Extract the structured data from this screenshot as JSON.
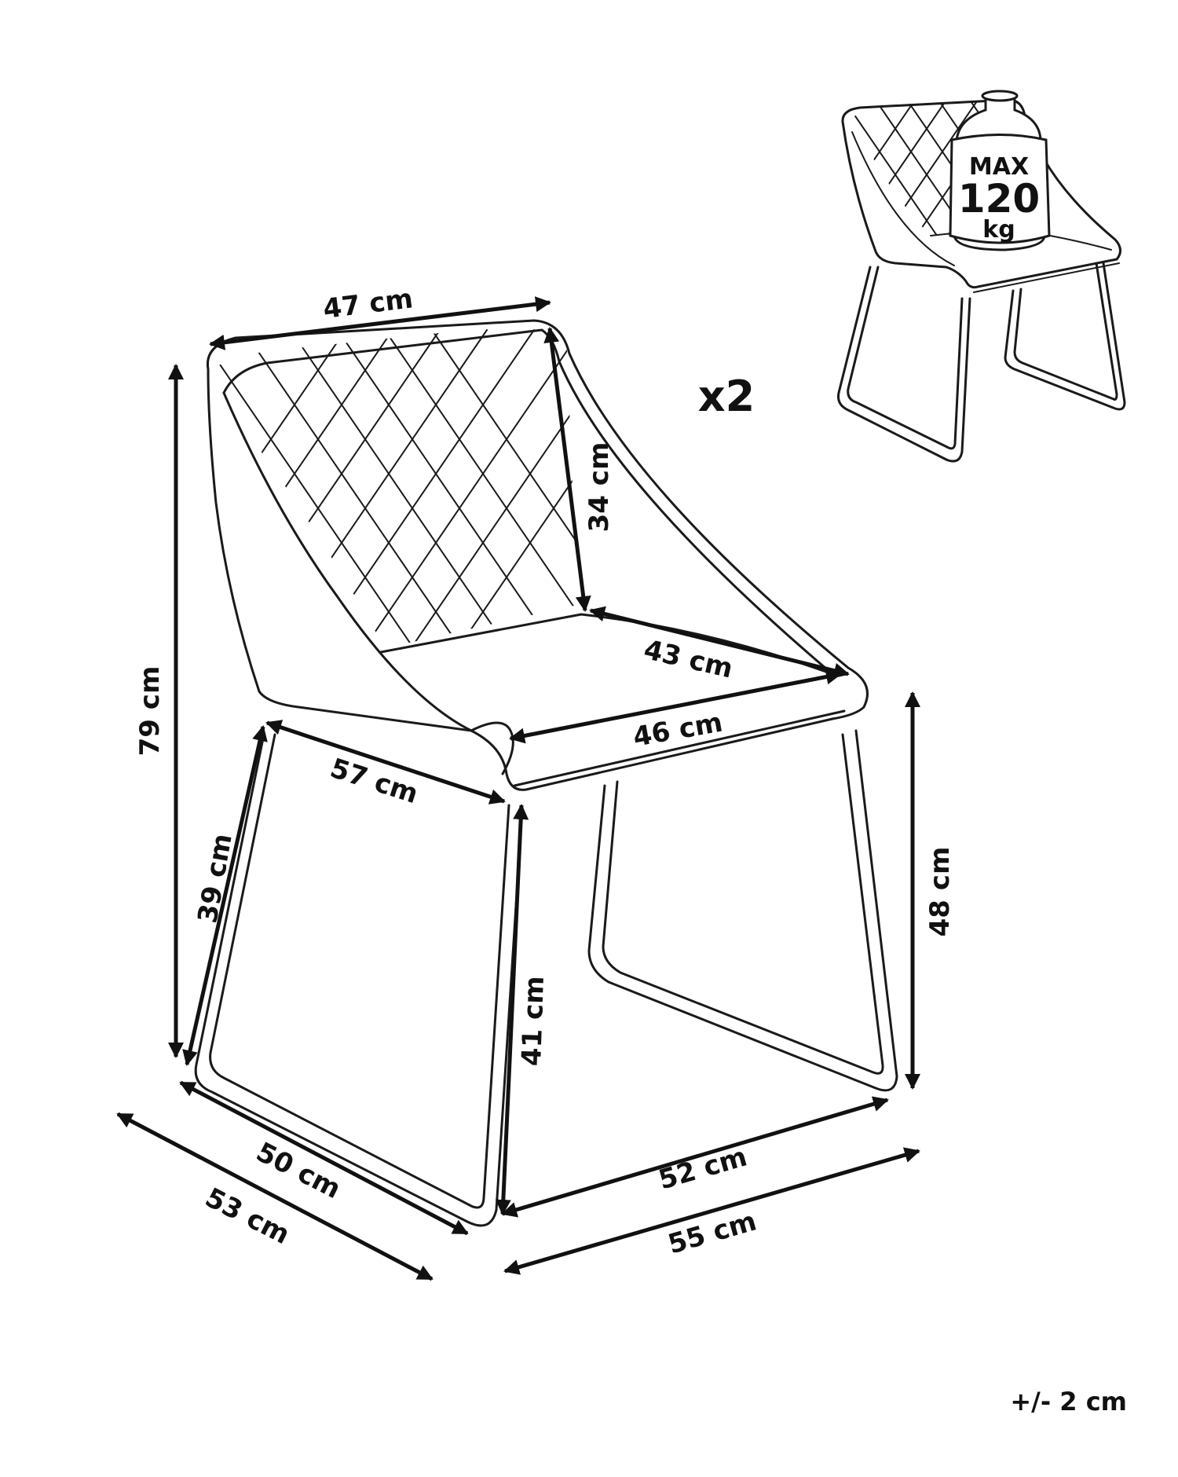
{
  "multiplier": "x2",
  "tolerance": "+/- 2 cm",
  "weight_badge": {
    "line1": "MAX",
    "line2": "120",
    "line3": "kg"
  },
  "dimensions": {
    "backrest_width": "47 cm",
    "overall_height": "79 cm",
    "backrest_height": "34 cm",
    "seat_depth_inner": "43 cm",
    "seat_width": "46 cm",
    "seat_side_depth": "57 cm",
    "leg_height_side": "39 cm",
    "leg_height_front": "41 cm",
    "seat_height": "48 cm",
    "base_depth_inner": "50 cm",
    "base_depth_outer": "53 cm",
    "base_width_inner": "52 cm",
    "base_width_outer": "55 cm"
  },
  "colors": {
    "line": "#1a1a1a",
    "background": "#ffffff"
  }
}
